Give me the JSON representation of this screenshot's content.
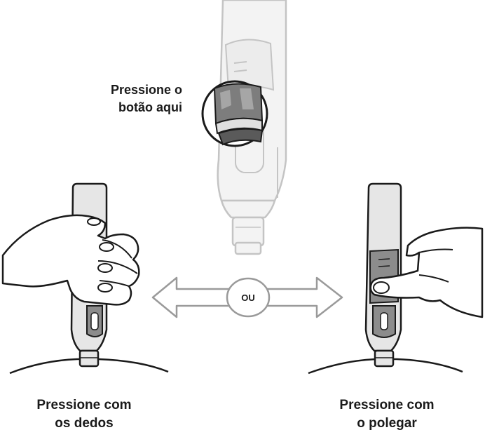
{
  "labels": {
    "press_button": [
      "Pressione o",
      "botão aqui"
    ],
    "or": "OU",
    "fingers": [
      "Pressione com",
      "os dedos"
    ],
    "thumb": [
      "Pressione com",
      "o polegar"
    ]
  },
  "colors": {
    "outline": "#1a1a1a",
    "pen_body": "#e6e6e6",
    "pen_dark": "#8c8c8c",
    "faded_outline": "#c4c4c4",
    "faded_fill": "#f3f3f3",
    "arrow_fill": "#ffffff",
    "arrow_stroke": "#9a9a9a"
  },
  "icons": {
    "left": "hand-fingers-pressing-pen-icon",
    "center": "pen-injector-button-icon",
    "right": "hand-thumb-pressing-pen-icon",
    "arrow": "double-arrow-icon"
  }
}
